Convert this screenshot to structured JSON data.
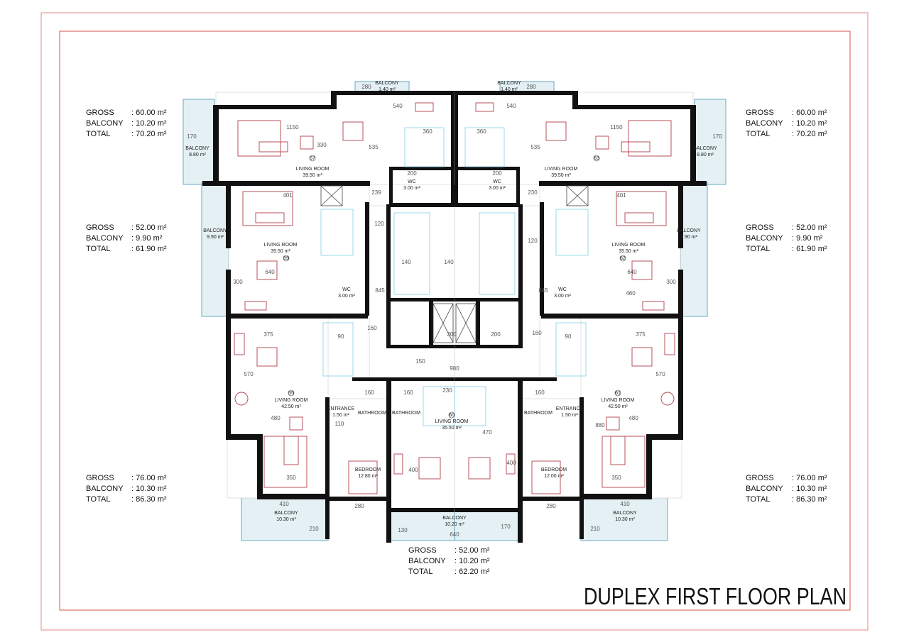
{
  "title": "DUPLEX FIRST FLOOR PLAN",
  "colors": {
    "frame": "#d9534f",
    "wall": "#111111",
    "balcony": "#7fb6cc",
    "furniture": "#b3404a",
    "stairs": "#7fd0e6"
  },
  "area_tables": {
    "top_left": {
      "gross_label": "GROSS",
      "gross": ": 60.00 m²",
      "balcony_label": "BALCONY",
      "balcony": ": 10.20 m²",
      "total_label": "TOTAL",
      "total": ": 70.20 m²"
    },
    "mid_left": {
      "gross_label": "GROSS",
      "gross": ": 52.00 m²",
      "balcony_label": "BALCONY",
      "balcony": ": 9.90 m²",
      "total_label": "TOTAL",
      "total": ": 61.90 m²"
    },
    "bottom_left": {
      "gross_label": "GROSS",
      "gross": ": 76.00 m²",
      "balcony_label": "BALCONY",
      "balcony": ": 10.30 m²",
      "total_label": "TOTAL",
      "total": ": 86.30 m²"
    },
    "top_right": {
      "gross_label": "GROSS",
      "gross": ": 60.00 m²",
      "balcony_label": "BALCONY",
      "balcony": ": 10.20 m²",
      "total_label": "TOTAL",
      "total": ": 70.20 m²"
    },
    "mid_right": {
      "gross_label": "GROSS",
      "gross": ": 52.00 m²",
      "balcony_label": "BALCONY",
      "balcony": ": 9.90 m²",
      "total_label": "TOTAL",
      "total": ": 61.90 m²"
    },
    "bottom_right": {
      "gross_label": "GROSS",
      "gross": ": 76.00 m²",
      "balcony_label": "BALCONY",
      "balcony": ": 10.30 m²",
      "total_label": "TOTAL",
      "total": ": 86.30 m²"
    },
    "bottom_center": {
      "gross_label": "GROSS",
      "gross": ": 52.00 m²",
      "balcony_label": "BALCONY",
      "balcony": ": 10.20 m²",
      "total_label": "TOTAL",
      "total": ": 62.20 m²"
    }
  },
  "rooms": {
    "living": "LIVING ROOM",
    "wc": "WC",
    "balcony": "BALCONY",
    "entrance": "ENTRANCE",
    "bathroom": "BATHROOM",
    "bedroom": "BEDROOM",
    "a_3950": "39.50 m²",
    "a_3550": "35.50 m²",
    "a_4250": "42.50 m²",
    "a_300": "3.00 m²",
    "a_140": "1.40 m²",
    "a_880": "8.80 m²",
    "a_990": "9.90 m²",
    "a_1030": "10.30 m²",
    "a_1020": "10.20 m²",
    "a_150": "1.50 m²",
    "a_1280": "12.80 m²",
    "a_1200": "12.00 m²"
  },
  "unit_numbers": [
    "57",
    "59",
    "55",
    "60",
    "61",
    "62",
    "63"
  ],
  "dimensions": {
    "d1150": "1150",
    "d330": "330",
    "d535": "535",
    "d540": "540",
    "d360": "360",
    "d280": "280",
    "d200": "200",
    "d239": "239",
    "d230": "230",
    "d120": "120",
    "d140": "140",
    "d845": "845",
    "d160": "160",
    "d980": "980",
    "d150": "150",
    "d375": "375",
    "d90": "90",
    "d570": "570",
    "d480": "480",
    "d350": "350",
    "d410": "410",
    "d210": "210",
    "d470": "470",
    "d400": "400",
    "d640": "640",
    "d170": "170",
    "d401": "401",
    "d460": "460",
    "d300": "300",
    "d880": "880",
    "d110": "110",
    "d130": "130"
  }
}
